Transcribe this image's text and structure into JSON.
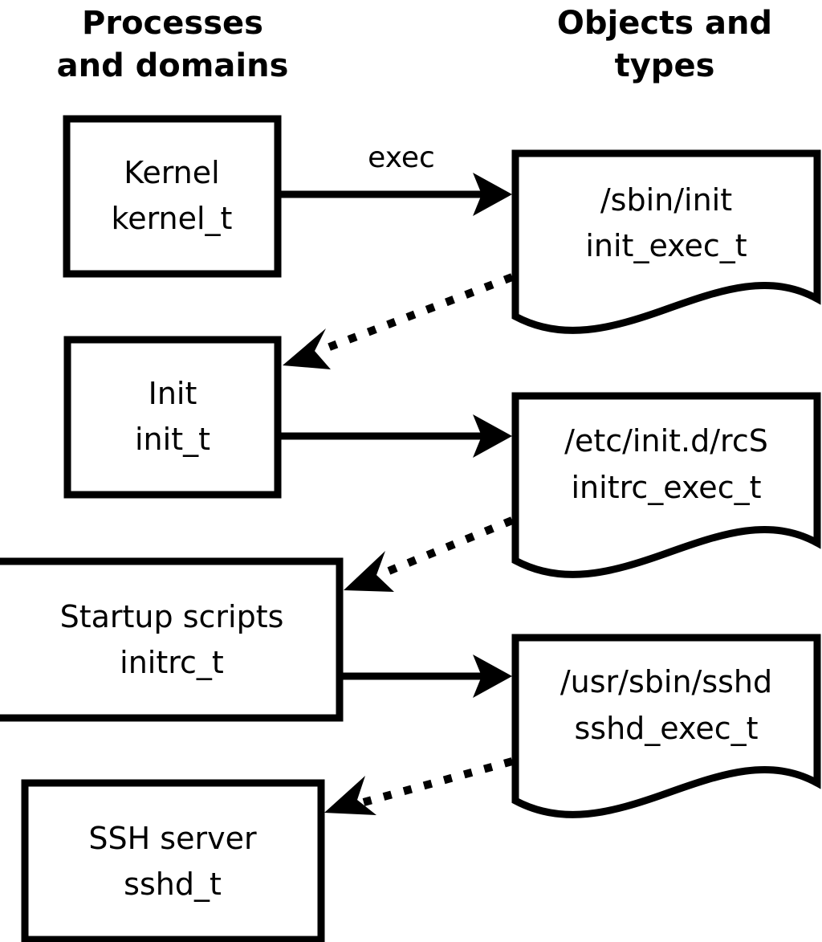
{
  "diagram": {
    "title_left": "Processes\nand domains",
    "columns": [
      {
        "id": "left",
        "line1": "Processes",
        "line2": "and domains"
      },
      {
        "id": "right",
        "line1": "Objects and",
        "line2": "types"
      }
    ],
    "colors": {
      "stroke": "#000000",
      "fill": "#ffffff",
      "background": "#ffffff"
    },
    "domains": [
      {
        "id": "kernel",
        "line1": "Kernel",
        "line2": "kernel_t"
      },
      {
        "id": "init",
        "line1": "Init",
        "line2": "init_t"
      },
      {
        "id": "initrc",
        "line1": "Startup scripts",
        "line2": "initrc_t"
      },
      {
        "id": "sshd",
        "line1": "SSH server",
        "line2": "sshd_t"
      }
    ],
    "objects": [
      {
        "id": "init_exec",
        "line1": "/sbin/init",
        "line2": "init_exec_t"
      },
      {
        "id": "initrc_exec",
        "line1": "/etc/init.d/rcS",
        "line2": "initrc_exec_t"
      },
      {
        "id": "sshd_exec",
        "line1": "/usr/sbin/sshd",
        "line2": "sshd_exec_t"
      }
    ],
    "edges": [
      {
        "id": "kernel-exec-init_exec",
        "from": "kernel",
        "to": "init_exec",
        "style": "solid",
        "label": "exec"
      },
      {
        "id": "init_exec-transition-init",
        "from": "init_exec",
        "to": "init",
        "style": "dotted",
        "label": ""
      },
      {
        "id": "init-exec-initrc_exec",
        "from": "init",
        "to": "initrc_exec",
        "style": "solid",
        "label": ""
      },
      {
        "id": "initrc_exec-transition-initrc",
        "from": "initrc_exec",
        "to": "initrc",
        "style": "dotted",
        "label": ""
      },
      {
        "id": "initrc-exec-sshd_exec",
        "from": "initrc",
        "to": "sshd_exec",
        "style": "solid",
        "label": ""
      },
      {
        "id": "sshd_exec-transition-sshd",
        "from": "sshd_exec",
        "to": "sshd",
        "style": "dotted",
        "label": ""
      }
    ]
  }
}
